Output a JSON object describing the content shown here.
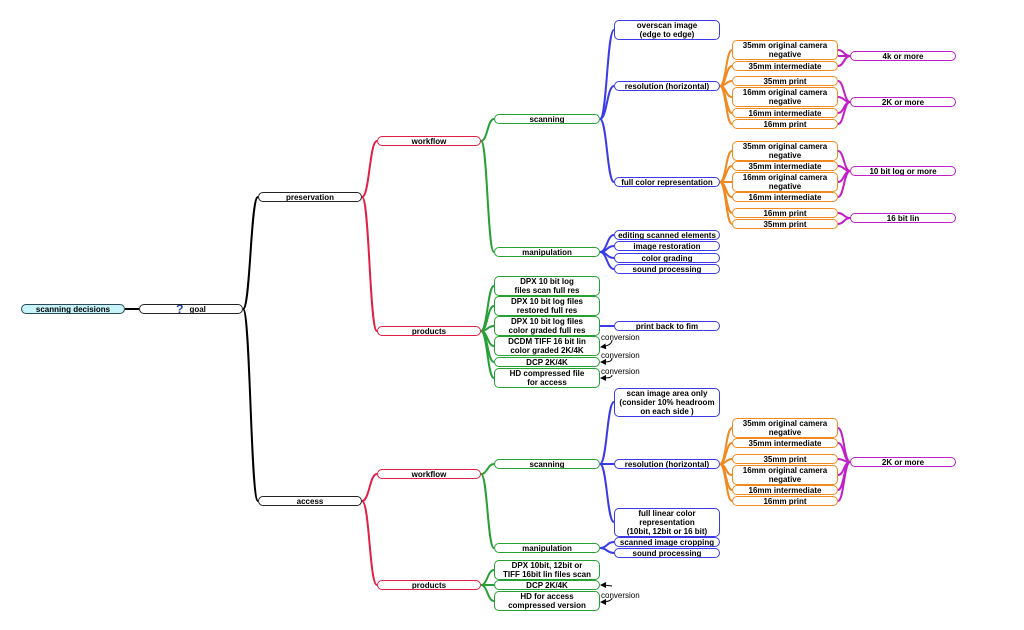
{
  "root": "scanning decisions",
  "goal": "goal",
  "goal_icon": "question-mark-icon",
  "preservation": {
    "label": "preservation",
    "workflow": {
      "label": "workflow",
      "scanning": {
        "label": "scanning",
        "overscan": "overscan image\n(edge to edge)",
        "resolution": "resolution (horizontal)",
        "full_color": "full color representation",
        "res_items": [
          "35mm original camera\nnegative",
          "35mm intermediate",
          "35mm print",
          "16mm original camera\nnegative",
          "16mm intermediate",
          "16mm print"
        ],
        "res_targets": [
          "4k or more",
          "2K or more"
        ],
        "color_items": [
          "35mm original camera\nnegative",
          "35mm intermediate",
          "16mm original camera\nnegative",
          "16mm intermediate",
          "16mm print",
          "35mm print"
        ],
        "color_targets": [
          "10 bit log or more",
          "16 bit lin"
        ]
      },
      "manipulation": {
        "label": "manipulation",
        "items": [
          "editing scanned elements",
          "image restoration",
          "color grading",
          "sound processing"
        ]
      }
    },
    "products": {
      "label": "products",
      "items": [
        "DPX 10 bit log\nfiles scan full res",
        "DPX 10 bit log files\nrestored full res",
        "DPX 10 bit log files\ncolor graded full res",
        "DCDM TIFF 16 bit lin\ncolor graded 2K/4K",
        "DCP 2K/4K",
        "HD compressed file\nfor access"
      ],
      "print_back": "print back to fim",
      "conversion": "conversion"
    }
  },
  "access": {
    "label": "access",
    "workflow": {
      "label": "workflow",
      "scanning": {
        "label": "scanning",
        "scan_area": "scan image area only\n(consider 10% headroom\non each side )",
        "resolution": "resolution (horizontal)",
        "full_linear": "full linear color\nrepresentation\n(10bit, 12bit or 16 bit)",
        "res_items": [
          "35mm original camera\nnegative",
          "35mm intermediate",
          "35mm print",
          "16mm original camera\nnegative",
          "16mm intermediate",
          "16mm print"
        ],
        "res_target": "2K or more"
      },
      "manipulation": {
        "label": "manipulation",
        "items": [
          "scanned image cropping",
          "sound processing"
        ]
      }
    },
    "products": {
      "label": "products",
      "items": [
        "DPX 10bit, 12bit or\nTIFF 16bit lin files scan",
        "DCP 2K/4K",
        "HD for access\ncompressed version"
      ],
      "conversion": "conversion"
    }
  },
  "colors": {
    "root_fill": "#c6f4f8",
    "level1": "#000000",
    "level2": "#e02045",
    "level3": "#25a035",
    "level4": "#3a3ae6",
    "level5": "#f08a20",
    "level6": "#c020c8"
  }
}
